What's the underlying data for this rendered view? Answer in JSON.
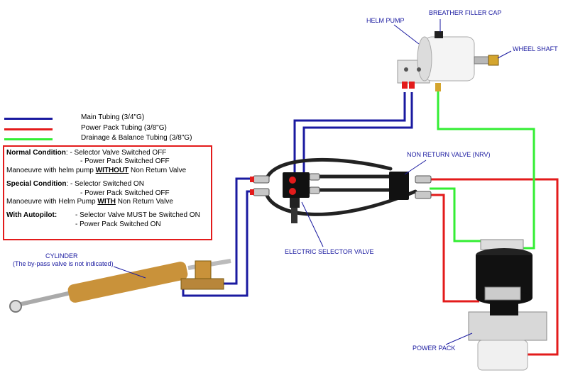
{
  "legend": [
    {
      "label": "Main Tubing (3/4\"G)",
      "color": "#1a1aa0"
    },
    {
      "label": "Power Pack Tubing (3/8\"G)",
      "color": "#e31b1b"
    },
    {
      "label": "Drainage & Balance Tubing (3/8\"G)",
      "color": "#33ee33"
    }
  ],
  "conditions": {
    "normal_title": "Normal Condition",
    "normal_line1": ": - Selector Valve Switched OFF",
    "normal_line2": "- Power Pack Switched OFF",
    "normal_line3_pre": "Manoeuvre with helm pump ",
    "normal_line3_bold": "WITHOUT",
    "normal_line3_post": " Non Return Valve",
    "special_title": "Special Condition",
    "special_line1": ": - Selector Switched ON",
    "special_line2": "- Power Pack Switched OFF",
    "special_line3_pre": "Manoeuvre with Helm Pump ",
    "special_line3_bold": "WITH",
    "special_line3_post": " Non Return Valve",
    "auto_title": "With Autopilot:",
    "auto_line1": "- Selector Valve MUST be Switched ON",
    "auto_line2": "- Power Pack Switched ON"
  },
  "labels": {
    "helm_pump": "HELM PUMP",
    "breather": "BREATHER FILLER CAP",
    "wheel_shaft": "WHEEL SHAFT",
    "nrv": "NON RETURN VALVE (NRV)",
    "selector": "ELECTRIC SELECTOR VALVE",
    "cylinder": "CYLINDER",
    "cylinder_note": "(The by-pass valve is not indicated)",
    "power_pack": "POWER PACK"
  },
  "colors": {
    "main": "#1a1aa0",
    "power": "#e31b1b",
    "drain": "#33ee33",
    "label": "#1a1aa0"
  }
}
